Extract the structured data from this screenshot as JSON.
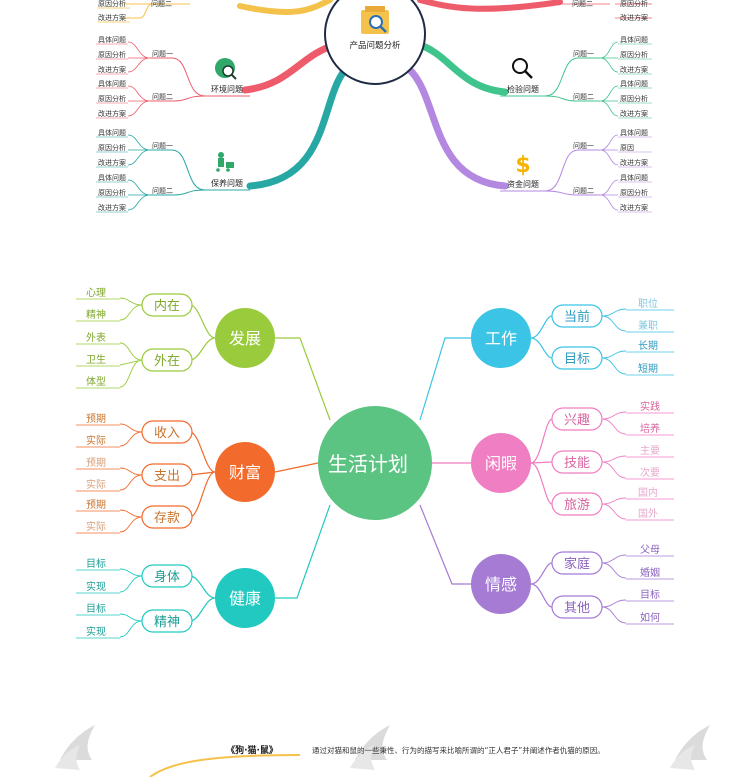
{
  "colors": {
    "green": "#9ACB3C",
    "orange": "#F26B2C",
    "teal": "#22C9C0",
    "center": "#5CC483",
    "cyan": "#3BC4E5",
    "pink": "#F07EC2",
    "purple": "#A57BD4",
    "top_yellow": "#F4C24A",
    "top_red": "#EE5C6B",
    "top_teal": "#27A8A4",
    "top_green": "#3FC48D",
    "top_violet": "#B388E0"
  },
  "top_map": {
    "center": "产品问题分析",
    "center_icon": "magnifier-document-icon",
    "top_left_partial": {
      "q2": "问题二",
      "leaves": [
        "原因分析",
        "改进方案"
      ]
    },
    "top_right_partial": {
      "q2": "问题二",
      "leaves": [
        "原因分析",
        "改进方案"
      ]
    },
    "left_branches": [
      {
        "name": "环境问题",
        "icon": "globe-search-icon",
        "q1": "问题一",
        "q1_leaves": [
          "具体问题",
          "原因分析",
          "改进方案"
        ],
        "q2": "问题二",
        "q2_leaves": [
          "具体问题",
          "原因分析",
          "改进方案"
        ]
      },
      {
        "name": "保养问题",
        "icon": "worker-cart-icon",
        "q1": "问题一",
        "q1_leaves": [
          "具体问题",
          "原因分析",
          "改进方案"
        ],
        "q2": "问题二",
        "q2_leaves": [
          "具体问题",
          "原因分析",
          "改进方案"
        ]
      }
    ],
    "right_branches": [
      {
        "name": "检验问题",
        "icon": "magnifier-icon",
        "q1": "问题一",
        "q1_leaves": [
          "具体问题",
          "原因分析",
          "改进方案"
        ],
        "q2": "问题二",
        "q2_leaves": [
          "具体问题",
          "原因分析",
          "改进方案"
        ]
      },
      {
        "name": "资金问题",
        "icon": "dollar-icon",
        "q1": "问题一",
        "q1_leaves": [
          "具体问题",
          "原因",
          "改进方案"
        ],
        "q2": "问题二",
        "q2_leaves": [
          "具体问题",
          "原因分析",
          "改进方案"
        ]
      }
    ]
  },
  "life_map": {
    "center": "生活计划",
    "left": [
      {
        "name": "发展",
        "subs": [
          {
            "name": "内在",
            "leaves": [
              "心理",
              "精神"
            ]
          },
          {
            "name": "外在",
            "leaves": [
              "外表",
              "卫生",
              "体型"
            ]
          }
        ]
      },
      {
        "name": "财富",
        "subs": [
          {
            "name": "收入",
            "leaves": [
              "预期",
              "实际"
            ]
          },
          {
            "name": "支出",
            "leaves": [
              "预期",
              "实际"
            ]
          },
          {
            "name": "存款",
            "leaves": [
              "预期",
              "实际"
            ]
          }
        ]
      },
      {
        "name": "健康",
        "subs": [
          {
            "name": "身体",
            "leaves": [
              "目标",
              "实现"
            ]
          },
          {
            "name": "精神",
            "leaves": [
              "目标",
              "实现"
            ]
          }
        ]
      }
    ],
    "right": [
      {
        "name": "工作",
        "subs": [
          {
            "name": "当前",
            "leaves": [
              "职位",
              "兼职"
            ]
          },
          {
            "name": "目标",
            "leaves": [
              "长期",
              "短期"
            ]
          }
        ]
      },
      {
        "name": "闲暇",
        "subs": [
          {
            "name": "兴趣",
            "leaves": [
              "实践",
              "培养"
            ]
          },
          {
            "name": "技能",
            "leaves": [
              "主要",
              "次要"
            ]
          },
          {
            "name": "旅游",
            "leaves": [
              "国内",
              "国外"
            ]
          }
        ]
      },
      {
        "name": "情感",
        "subs": [
          {
            "name": "家庭",
            "leaves": [
              "父母",
              "婚姻"
            ]
          },
          {
            "name": "其他",
            "leaves": [
              "目标",
              "如何"
            ]
          }
        ]
      }
    ]
  },
  "footer": {
    "title": "《狗·猫·鼠》",
    "description": "通过对猫和鼠的一些秉性、行为的描写来比喻所谓的“正人君子”并阐述作者仇猫的原因。",
    "logo_icon": "swirl-logo-icon"
  }
}
